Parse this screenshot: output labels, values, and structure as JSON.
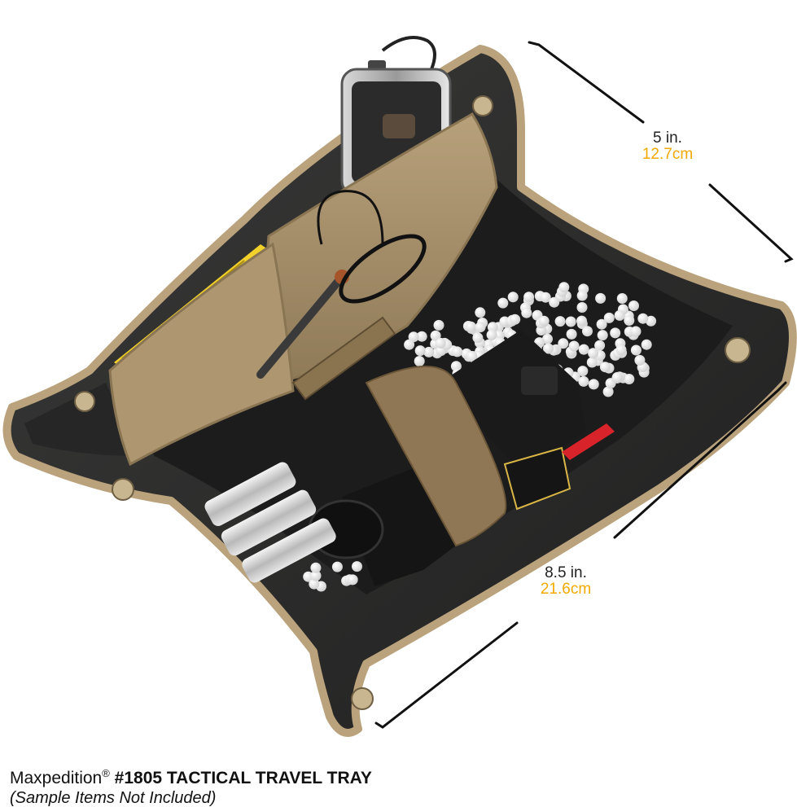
{
  "dimensions": {
    "width": {
      "imperial": "5 in.",
      "metric": "12.7cm"
    },
    "length": {
      "imperial": "8.5 in.",
      "metric": "21.6cm"
    }
  },
  "caption": {
    "brand": "Maxpedition",
    "registered_mark": "®",
    "product": "#1805 TACTICAL TRAVEL TRAY",
    "note": "(Sample Items Not Included)"
  },
  "colors": {
    "metric_accent": "#f2a900",
    "trim_khaki": "#b9a27c",
    "tray_black": "#2d2d2c",
    "interior": "#1c1c1c",
    "pocket_khaki": "#a58f6b"
  },
  "icons": [
    "phone-icon",
    "flashlight-icon",
    "battery-icon",
    "notepad-icon",
    "bb-pellets-icon",
    "snap-button-icon"
  ]
}
